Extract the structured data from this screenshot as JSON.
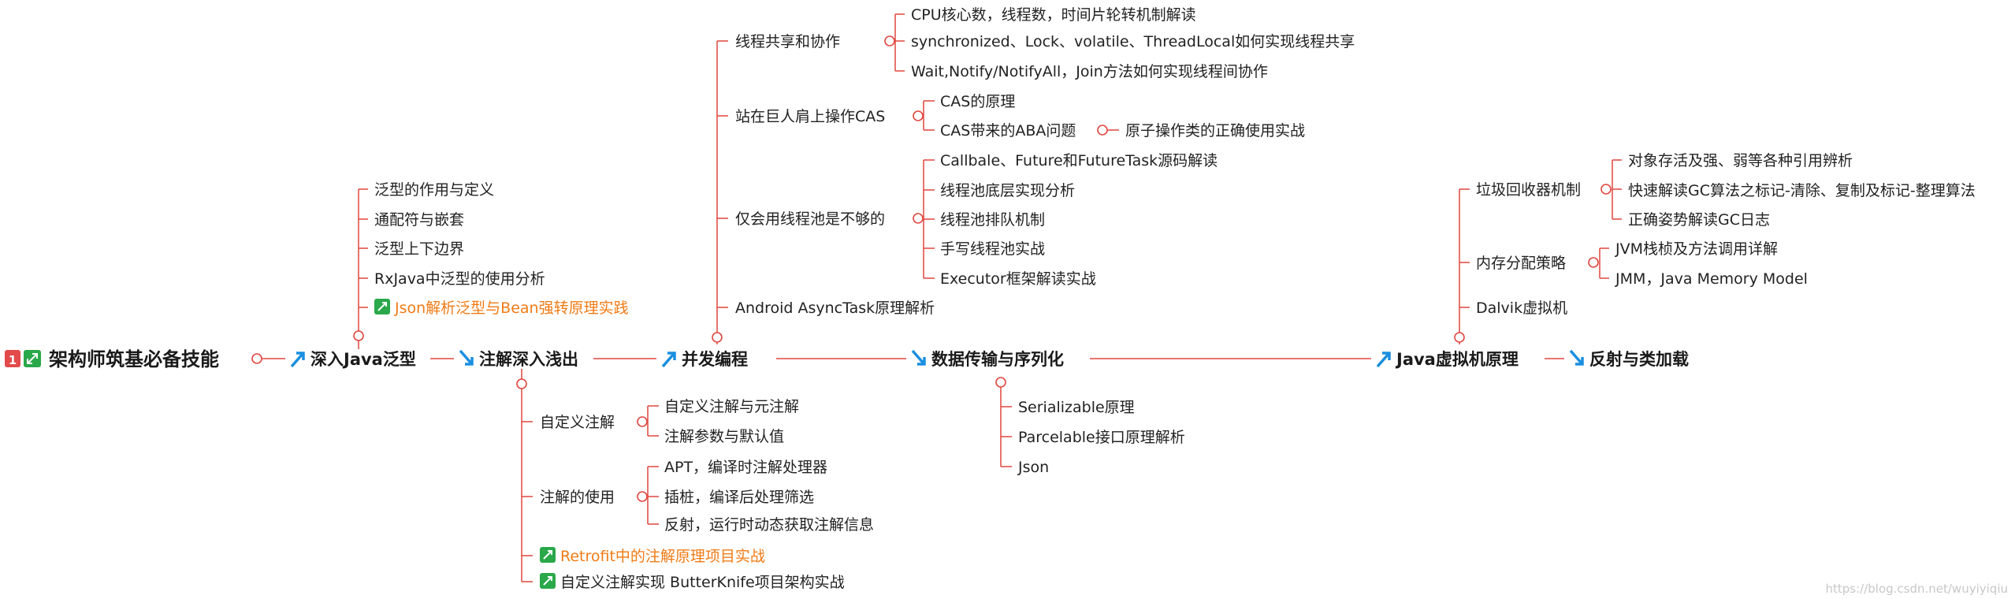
{
  "root": {
    "number": "1",
    "label": "架构师筑基必备技能"
  },
  "colors": {
    "line": "#e0473f",
    "arrow": "#1a8fe0",
    "orange": "#f07b15",
    "green": "#2aa84a",
    "badge": "#e34a4a"
  },
  "topics": {
    "generics": {
      "label": "深入Java泛型",
      "items": [
        "泛型的作用与定义",
        "通配符与嵌套",
        "泛型上下边界",
        "RxJava中泛型的使用分析",
        "Json解析泛型与Bean强转原理实践"
      ]
    },
    "annotations": {
      "label": "注解深入浅出",
      "groups": [
        {
          "label": "自定义注解",
          "items": [
            "自定义注解与元注解",
            "注解参数与默认值"
          ]
        },
        {
          "label": "注解的使用",
          "items": [
            "APT，编译时注解处理器",
            "插桩，编译后处理筛选",
            "反射，运行时动态获取注解信息"
          ]
        }
      ],
      "extra": [
        "Retrofit中的注解原理项目实战",
        "自定义注解实现 ButterKnife项目架构实战"
      ]
    },
    "concurrency": {
      "label": "并发编程",
      "groups": [
        {
          "label": "线程共享和协作",
          "items": [
            "CPU核心数，线程数，时间片轮转机制解读",
            "synchronized、Lock、volatile、ThreadLocal如何实现线程共享",
            "Wait,Notify/NotifyAll，Join方法如何实现线程间协作"
          ]
        },
        {
          "label": "站在巨人肩上操作CAS",
          "items": [
            "CAS的原理",
            "CAS带来的ABA问题"
          ],
          "sub": "原子操作类的正确使用实战"
        },
        {
          "label": "仅会用线程池是不够的",
          "items": [
            "Callbale、Future和FutureTask源码解读",
            "线程池底层实现分析",
            "线程池排队机制",
            "手写线程池实战",
            "Executor框架解读实战"
          ]
        }
      ],
      "extra": "Android AsyncTask原理解析"
    },
    "serialization": {
      "label": "数据传输与序列化",
      "items": [
        "Serializable原理",
        "Parcelable接口原理解析",
        "Json"
      ]
    },
    "jvm": {
      "label": "Java虚拟机原理",
      "groups": [
        {
          "label": "垃圾回收器机制",
          "items": [
            "对象存活及强、弱等各种引用辨析",
            "快速解读GC算法之标记-清除、复制及标记-整理算法",
            "正确姿势解读GC日志"
          ]
        },
        {
          "label": "内存分配策略",
          "items": [
            "JVM栈桢及方法调用详解",
            "JMM，Java Memory Model"
          ]
        }
      ],
      "extra": "Dalvik虚拟机"
    },
    "reflection": {
      "label": "反射与类加载"
    }
  },
  "watermark": "https://blog.csdn.net/wuyiyiqiu"
}
